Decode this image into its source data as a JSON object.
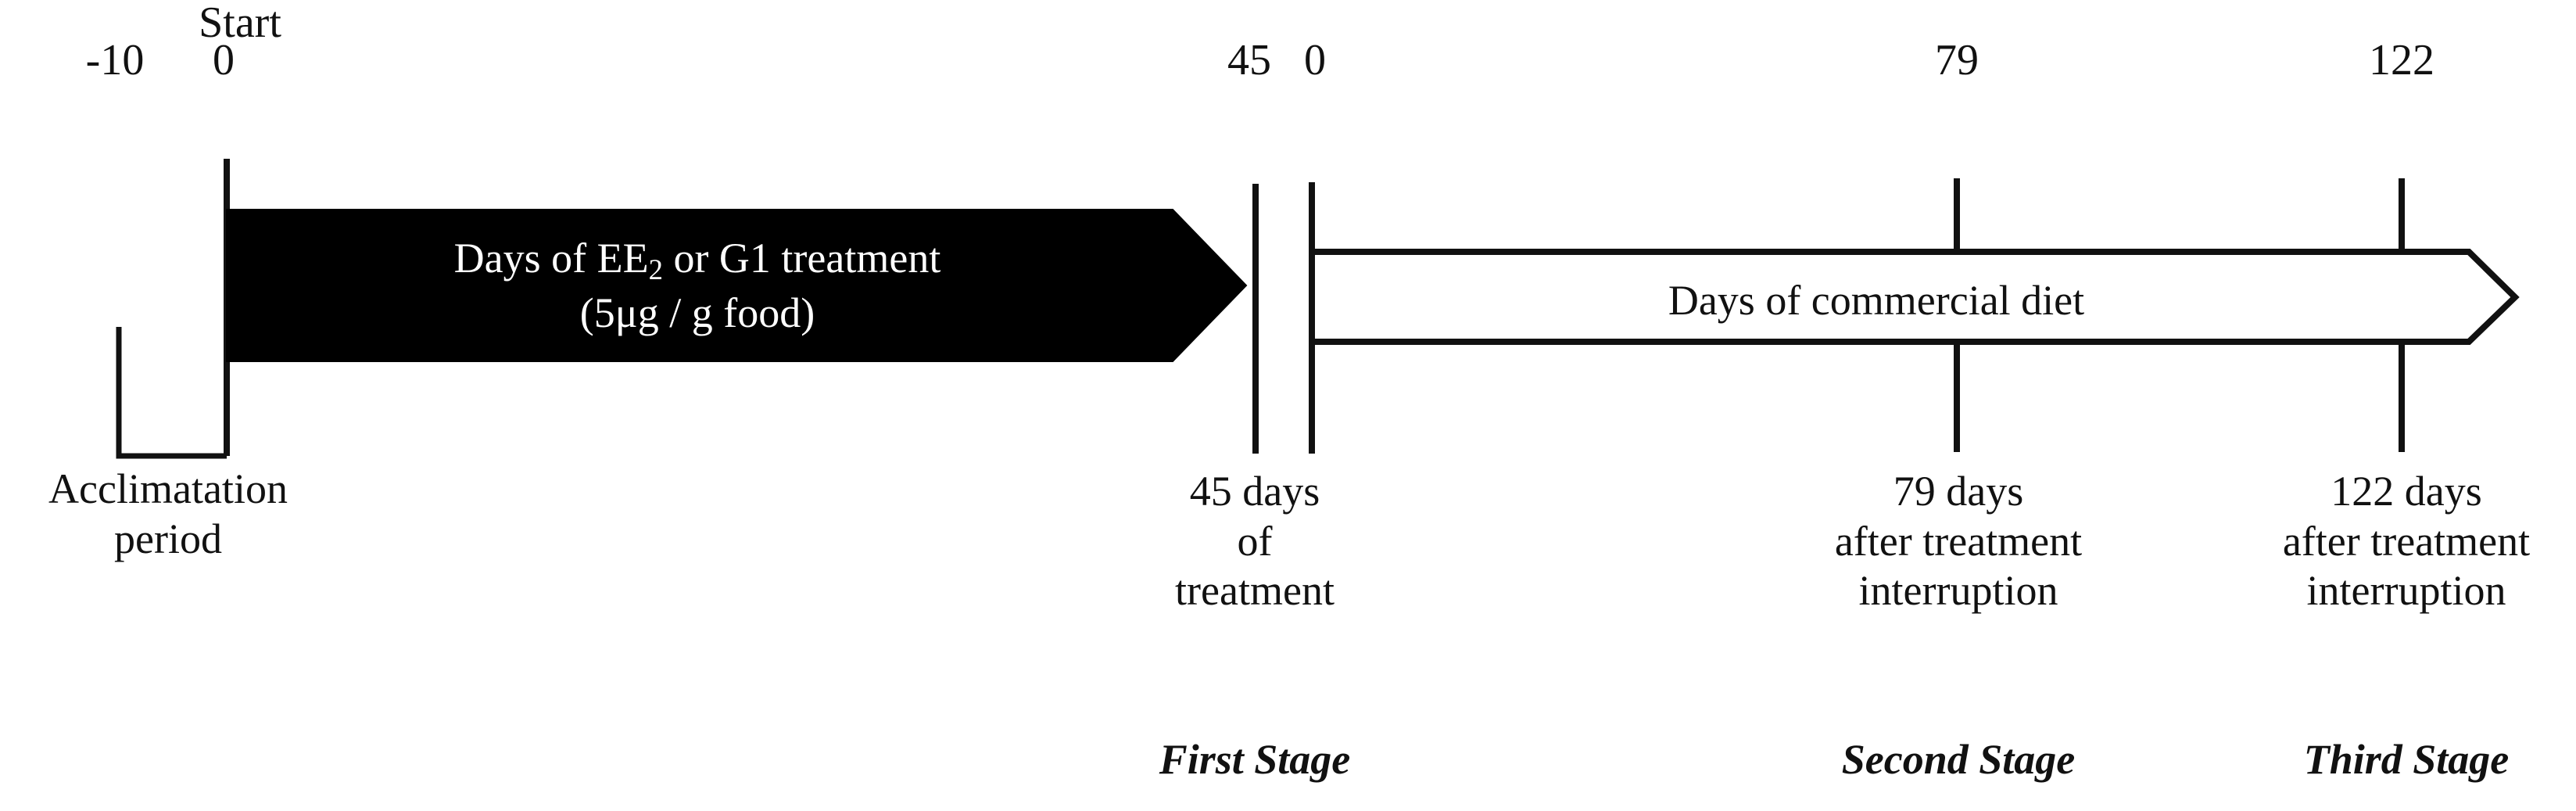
{
  "figure": {
    "type": "experimental-timeline",
    "background_color": "#ffffff",
    "ink_color": "#000000"
  },
  "timeline": {
    "start_label": "Start",
    "top_ticks": [
      {
        "name": "acclimation-start",
        "value": "-10"
      },
      {
        "name": "treatment-start",
        "value": "0"
      },
      {
        "name": "treatment-end",
        "value": "45"
      },
      {
        "name": "recovery-start",
        "value": "0"
      },
      {
        "name": "second-stage",
        "value": "79"
      },
      {
        "name": "third-stage",
        "value": "122"
      }
    ]
  },
  "acclimation": {
    "label_line1": "Acclimatation",
    "label_line2": "period"
  },
  "treatment_arrow": {
    "fill": "#000000",
    "text_color": "#ffffff",
    "line1_prefix": "Days of EE",
    "line1_sub": "2",
    "line1_suffix": " or G1 treatment",
    "line2": "(5μg / g food)"
  },
  "diet_arrow": {
    "fill": "#ffffff",
    "stroke": "#000000",
    "text_color": "#111111",
    "label": "Days of commercial diet"
  },
  "stage_notes": [
    {
      "name": "first-stage-note",
      "line1": "45 days",
      "line2": "of",
      "line3": "treatment",
      "stage": "First Stage"
    },
    {
      "name": "second-stage-note",
      "line1": "79 days",
      "line2": "after treatment",
      "line3": "interruption",
      "stage": "Second Stage"
    },
    {
      "name": "third-stage-note",
      "line1": "122 days",
      "line2": "after treatment",
      "line3": "interruption",
      "stage": "Third Stage"
    }
  ]
}
